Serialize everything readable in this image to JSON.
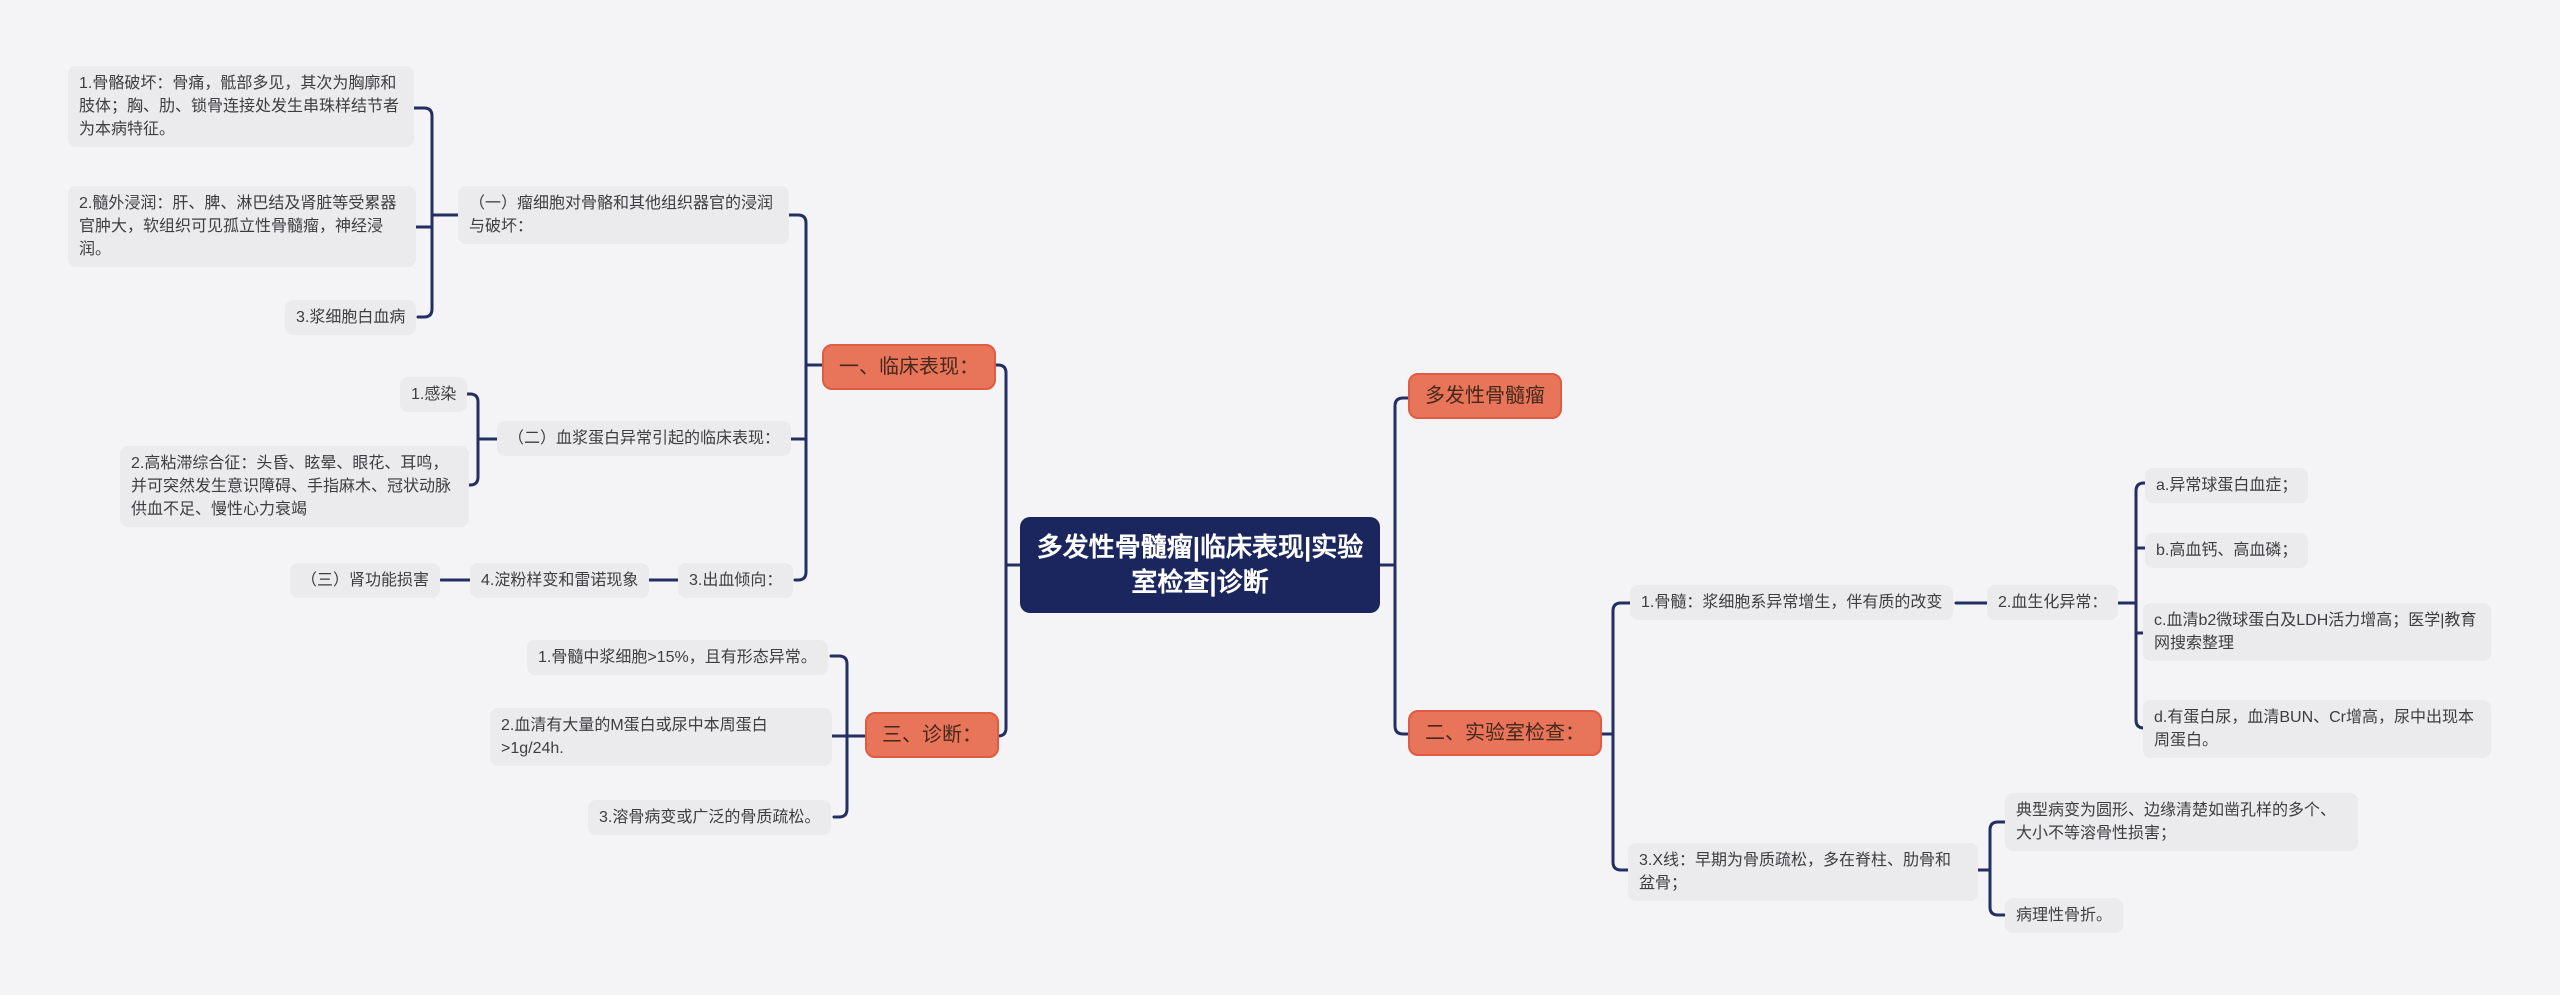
{
  "diagram": {
    "central_topic": "多发性骨髓瘤|临床表现|实验室检查|诊断",
    "branches": {
      "clinical": {
        "topic": "一、临床表现：",
        "tumor_infiltration": {
          "topic": "（一）瘤细胞对骨骼和其他组织器官的浸润与破坏：",
          "items": {
            "bone": "1.骨骼破坏：骨痛，骶部多见，其次为胸廓和肢体；胸、肋、锁骨连接处发生串珠样结节者为本病特征。",
            "extramedullary": "2.髓外浸润：肝、脾、淋巴结及肾脏等受累器官肿大，软组织可见孤立性骨髓瘤，神经浸润。",
            "plasma_leukemia": "3.浆细胞白血病"
          }
        },
        "plasma_protein": {
          "topic": "（二）血浆蛋白异常引起的临床表现：",
          "items": {
            "infection": "1.感染",
            "hyperviscosity": "2.高粘滞综合征：头昏、眩晕、眼花、耳鸣，并可突然发生意识障碍、手指麻木、冠状动脉供血不足、慢性心力衰竭"
          }
        },
        "bleeding_chain": {
          "bleeding": "3.出血倾向：",
          "amyloidosis": "4.淀粉样变和雷诺现象",
          "renal": "（三）肾功能损害"
        }
      },
      "myeloma": {
        "topic": "多发性骨髓瘤"
      },
      "lab": {
        "topic": "二、实验室检查：",
        "marrow": "1.骨髓：浆细胞系异常增生，伴有质的改变",
        "biochem": {
          "topic": "2.血生化异常：",
          "items": {
            "a": "a.异常球蛋白血症；",
            "b": "b.高血钙、高血磷；",
            "c": "c.血清b2微球蛋白及LDH活力增高；医学|教育网搜索整理",
            "d": "d.有蛋白尿，血清BUN、Cr增高，尿中出现本周蛋白。"
          }
        },
        "xray": {
          "topic": "3.X线：早期为骨质疏松，多在脊柱、肋骨和盆骨；",
          "items": {
            "typical": "典型病变为圆形、边缘清楚如凿孔样的多个、大小不等溶骨性损害；",
            "fracture": "病理性骨折。"
          }
        }
      },
      "diagnosis": {
        "topic": "三、诊断：",
        "items": {
          "marrow_plasma": "1.骨髓中浆细胞>15%，且有形态异常。",
          "m_protein": "2.血清有大量的M蛋白或尿中本周蛋白>1g/24h.",
          "osteolytic": "3.溶骨病变或广泛的骨质疏松。"
        }
      }
    },
    "colors": {
      "background": "#f4f4f6",
      "leaf_node_fill": "#ebebed",
      "topic_fill": "#e8745a",
      "topic_border": "#df5b41",
      "central_fill": "#1b265f",
      "connector_line": "#232e63",
      "text": "#3e3e41",
      "central_text": "#ffffff"
    }
  }
}
